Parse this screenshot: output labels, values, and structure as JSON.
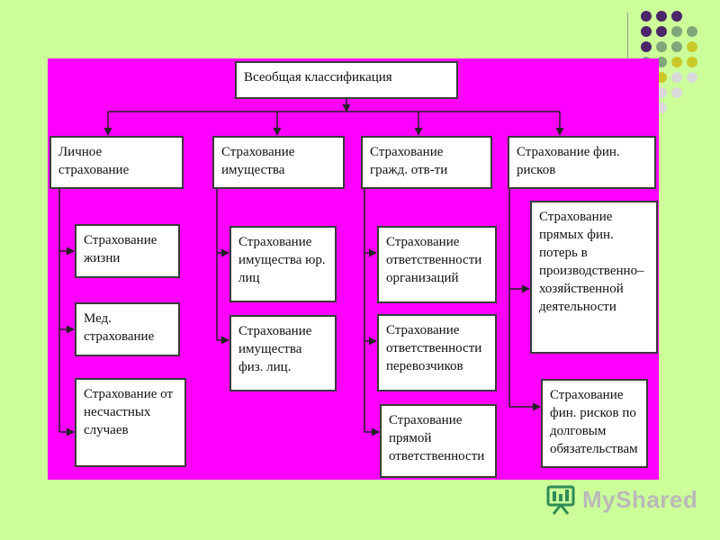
{
  "diagram": {
    "root": "Всеобщая классификация",
    "categories": [
      {
        "label": "Личное страхование",
        "children": [
          "Страхование жизни",
          "Мед. страхование",
          "Страхование от несчастных случаев"
        ]
      },
      {
        "label": "Страхование имущества",
        "children": [
          "Страхование имущества юр. лиц",
          "Страхование имущества физ. лиц."
        ]
      },
      {
        "label": "Страхование гражд. отв-ти",
        "children": [
          "Страхование ответственности организаций",
          "Страхование ответственности перевозчиков",
          "Страхование прямой ответственности"
        ]
      },
      {
        "label": "Страхование фин. рисков",
        "children": [
          "Страхование прямых фин. потерь в производственно–хозяйственной деятельности",
          "Страхование фин. рисков по долговым обязательствам"
        ]
      }
    ]
  },
  "decor": {
    "background": "#ccff99",
    "panel": "#ff00ff",
    "dot_purple": "#4b2669",
    "dot_green": "#7fa77a",
    "dot_olive": "#c9c92a",
    "dot_gray": "#d9d9d9"
  },
  "watermark": {
    "text": "MyShared",
    "icon": "presentation-board-icon"
  }
}
